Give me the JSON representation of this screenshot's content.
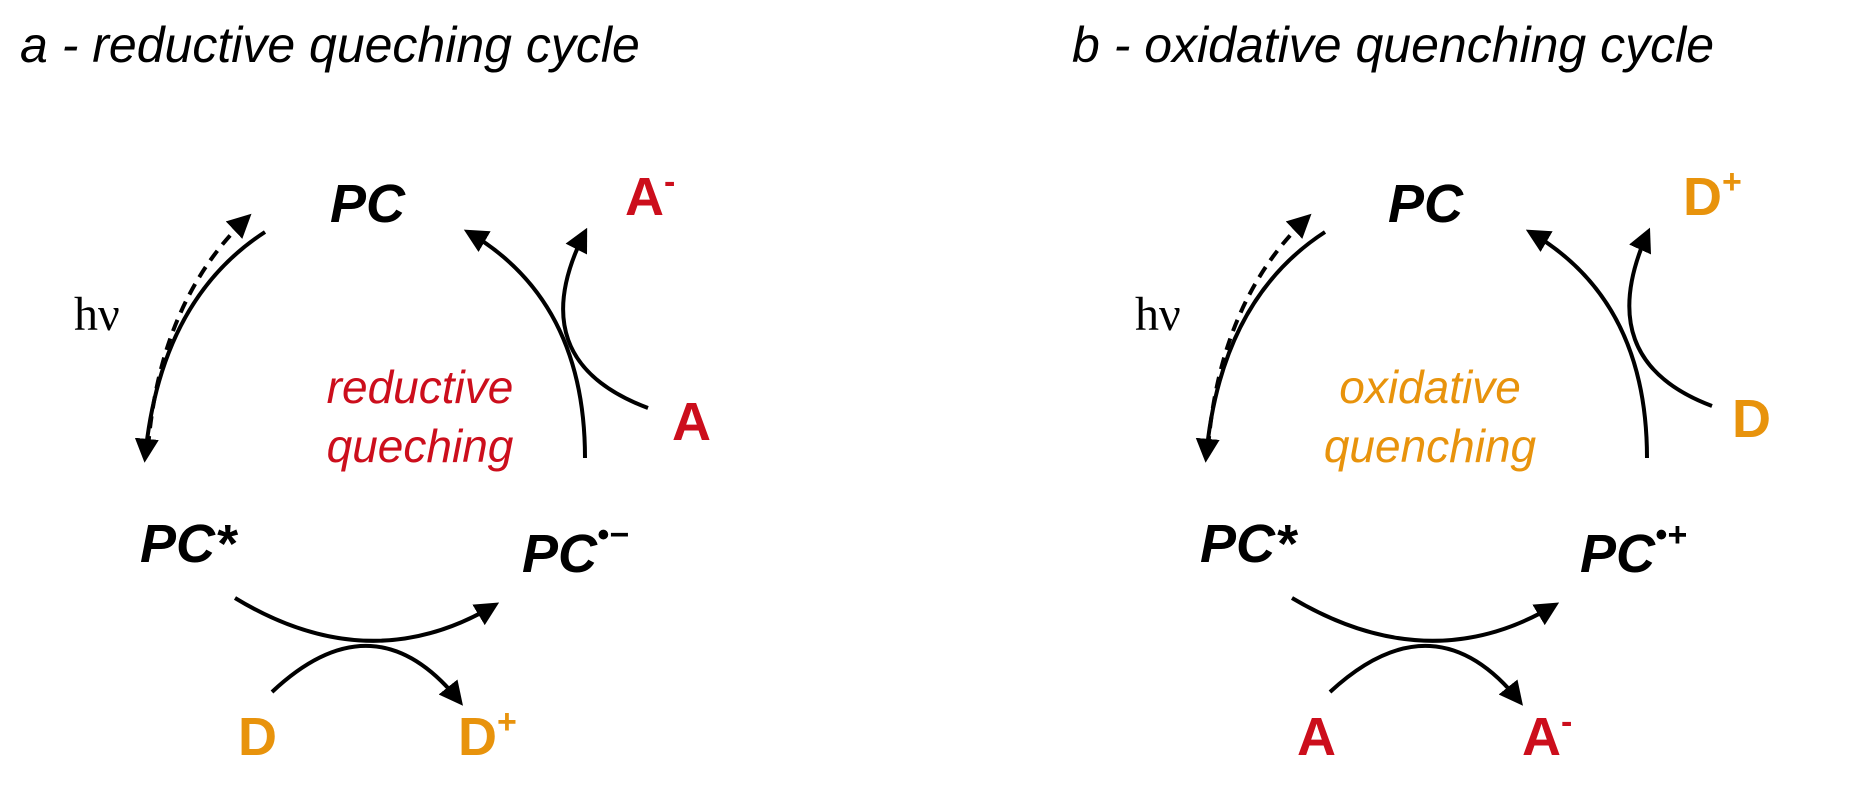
{
  "colors": {
    "acceptor": "#cc0e1c",
    "donor": "#e8930c",
    "text": "#000000"
  },
  "panel_a": {
    "title": "a - reductive queching cycle",
    "top": "PC",
    "left": "PC*",
    "right": "PC",
    "right_charge": "•−",
    "hv": "hν",
    "center_line1": "reductive",
    "center_line2": "queching",
    "upper_in": "A",
    "upper_out_base": "A",
    "upper_out_sup": "-",
    "lower_in": "D",
    "lower_out_base": "D",
    "lower_out_sup": "+"
  },
  "panel_b": {
    "title": "b - oxidative quenching cycle",
    "top": "PC",
    "left": "PC*",
    "right": "PC",
    "right_charge": "•+",
    "hv": "hν",
    "center_line1": "oxidative",
    "center_line2": "quenching",
    "upper_in": "D",
    "upper_out_base": "D",
    "upper_out_sup": "+",
    "lower_in": "A",
    "lower_out_base": "A",
    "lower_out_sup": "-"
  }
}
